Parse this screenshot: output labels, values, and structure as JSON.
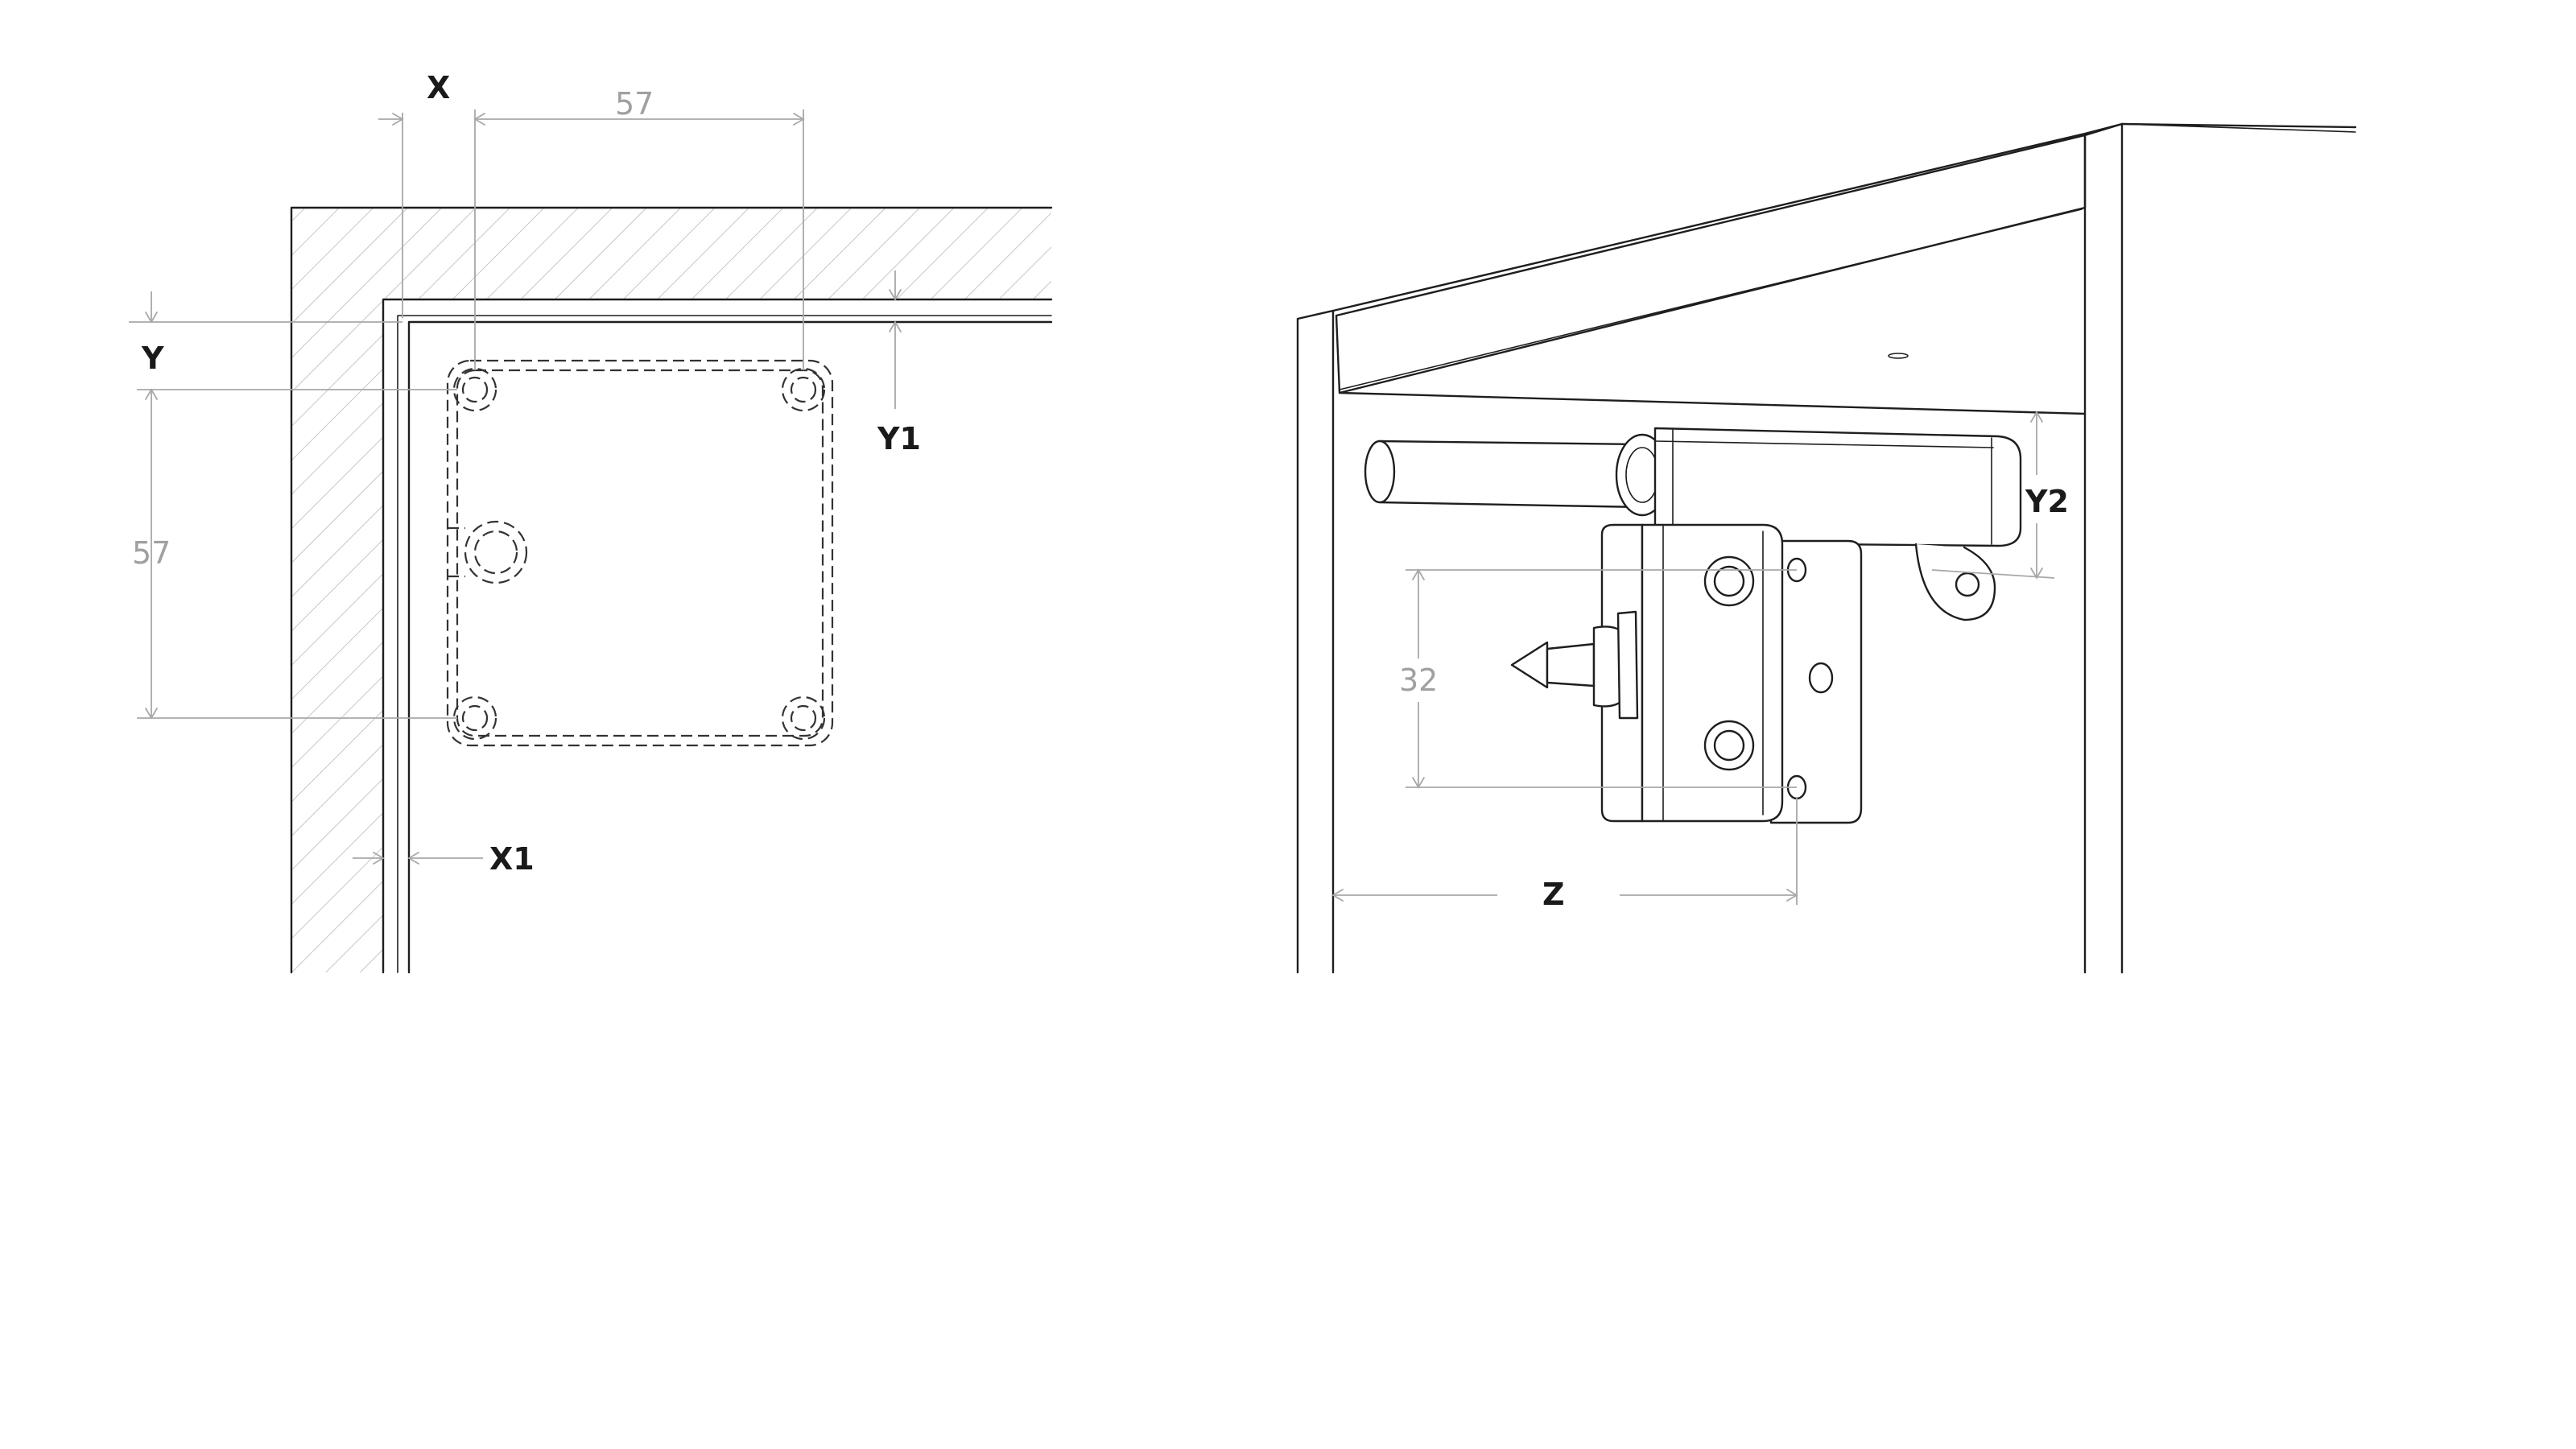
{
  "left_view": {
    "labels": {
      "x": "X",
      "x1": "X1",
      "y": "Y",
      "y1": "Y1",
      "dim_horizontal": "57",
      "dim_vertical": "57"
    }
  },
  "right_view": {
    "labels": {
      "y2": "Y2",
      "z": "Z",
      "dim_vertical": "32"
    }
  }
}
